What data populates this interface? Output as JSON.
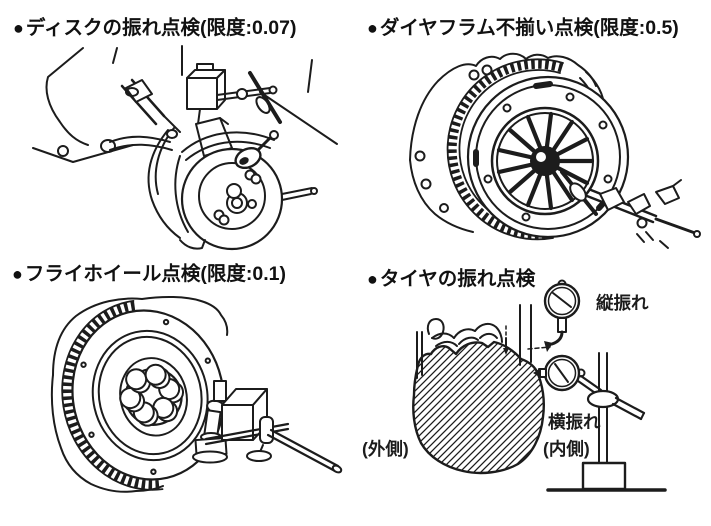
{
  "page": {
    "background": "#ffffff",
    "ink": "#1c1c1c"
  },
  "figures": {
    "disc": {
      "bullet": "●",
      "title": "ディスクの振れ点検(限度:0.07)"
    },
    "diaphragm": {
      "bullet": "●",
      "title": "ダイヤフラム不揃い点検(限度:0.5)"
    },
    "flywheel": {
      "bullet": "●",
      "title": "フライホイール点検(限度:0.1)"
    },
    "tire": {
      "bullet": "●",
      "title": "タイヤの振れ点検",
      "labels": {
        "vertical_runout": "縦振れ",
        "lateral_runout": "横振れ",
        "outside": "(外側)",
        "inside": "(内側)"
      }
    }
  }
}
